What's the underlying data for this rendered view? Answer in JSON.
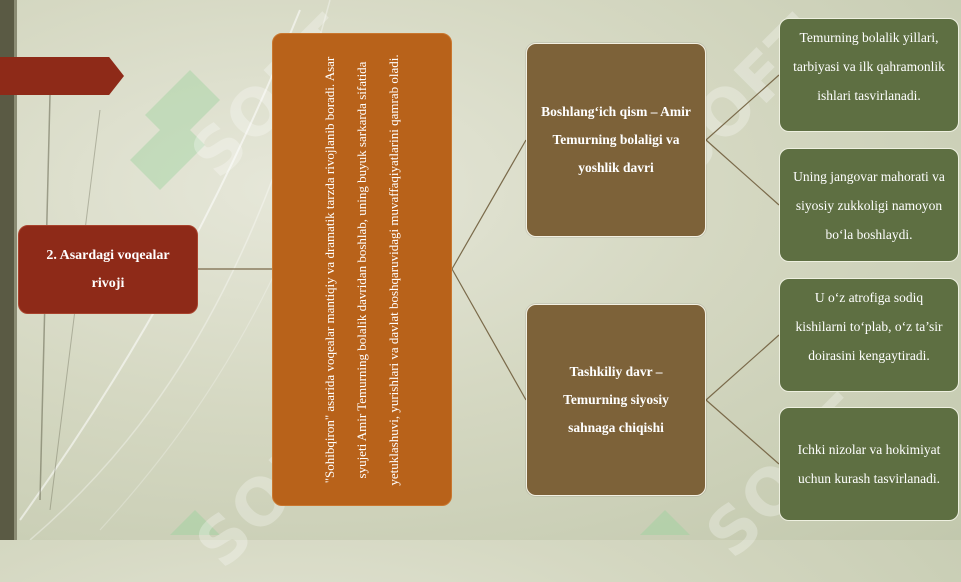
{
  "watermark": {
    "text": "SOFT"
  },
  "colors": {
    "red": "#8e2a18",
    "orange": "#b8621a",
    "brown": "#7d6239",
    "green": "#5e6f42",
    "connector": "#7a6a4a"
  },
  "diagram": {
    "root": {
      "label": "2. Asardagi voqealar rivoji"
    },
    "summary": {
      "text": "\"Sohibqiron\" asarida voqealar mantiqiy va dramatik tarzda rivojlanib boradi. Asar syujeti Amir Temurning bolalik davridan boshlab, uning buyuk sarkarda sifatida yetuklashuvi, yurishlari va davlat boshqaruvidagi muvaffaqiyatlarini qamrab oladi."
    },
    "stages": [
      {
        "label": "Boshlang‘ich qism – Amir Temurning bolaligi va yoshlik davri",
        "details": [
          "Temurning bolalik yillari, tarbiyasi va ilk qahramonlik ishlari tasvirlanadi.",
          "Uning jangovar mahorati va siyosiy zukkoligi namoyon bo‘la boshlaydi."
        ]
      },
      {
        "label": "Tashkiliy davr – Temurning siyosiy sahnaga chiqishi",
        "details": [
          "U o‘z atrofiga sodiq kishilarni to‘plab, o‘z ta’sir doirasini kengaytiradi.",
          "Ichki nizolar va hokimiyat uchun kurash tasvirlanadi."
        ]
      }
    ]
  }
}
